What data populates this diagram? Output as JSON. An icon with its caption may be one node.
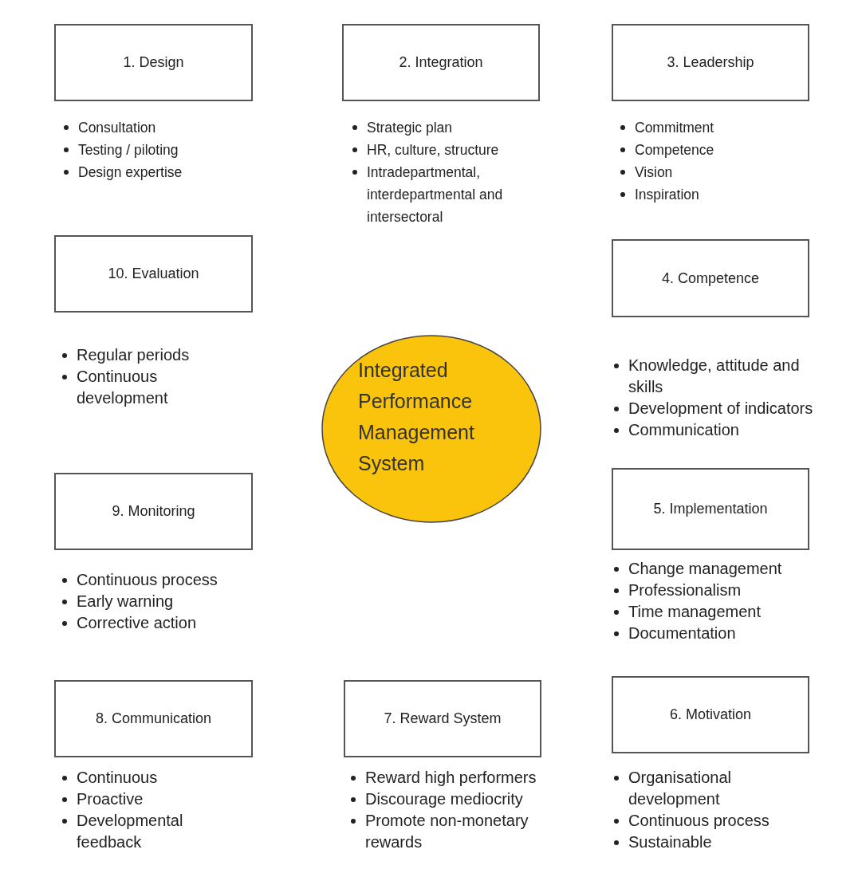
{
  "diagram": {
    "nodes": [
      {
        "text": [
          "1. Design"
        ],
        "beside": [
          "Consultation",
          "Testing / piloting",
          "Design expertise"
        ]
      },
      {
        "text": [
          "2. Integration"
        ],
        "beside": [
          "Strategic plan",
          "HR, culture, structure",
          "Intradepartmental, interdepartmental and intersectoral"
        ]
      },
      {
        "text": [
          "3. Leadership"
        ],
        "beside": [
          "Commitment",
          "Competence",
          "Vision",
          "Inspiration"
        ]
      },
      {
        "text": [
          "10. Evaluation"
        ],
        "beside": [
          "Regular periods",
          "Continuous development"
        ]
      },
      {
        "text": [
          "4. Competence"
        ],
        "beside": [
          "Knowledge, attitude and skills",
          "Development of indicators",
          "Communication"
        ]
      },
      {
        "text": [
          "Integrated Performance Management System"
        ]
      },
      {
        "text": [
          "9. Monitoring"
        ],
        "beside": [
          "Continuous process",
          "Early warning",
          "Corrective action"
        ]
      },
      {
        "text": [
          "5. Implementation"
        ],
        "beside": [
          "Change management",
          "Professionalism",
          "Time management",
          "Documentation"
        ]
      },
      {
        "text": [
          "8. Communication"
        ],
        "beside": [
          "Continuous",
          "Proactive",
          "Developmental feedback"
        ]
      },
      {
        "text": [
          "7. Reward System"
        ],
        "beside": [
          "Reward high performers",
          "Discourage mediocrity",
          "Promote non-monetary rewards"
        ]
      },
      {
        "text": [
          "6. Motivation"
        ],
        "beside": [
          "Organisational development",
          "Continuous process",
          "Sustainable"
        ]
      }
    ]
  }
}
